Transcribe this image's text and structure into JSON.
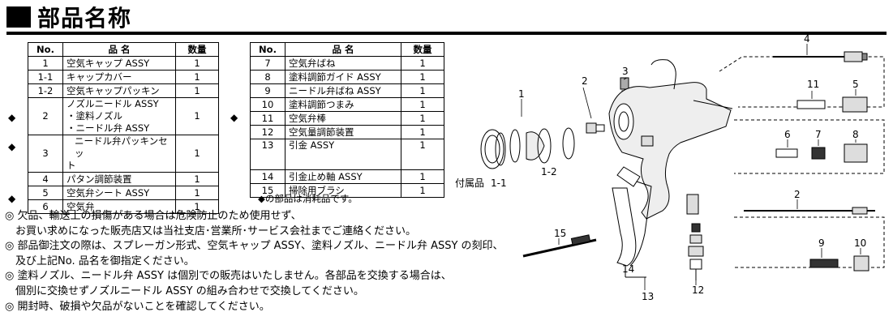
{
  "title": "部品名称",
  "table_headers": {
    "no": "No.",
    "name": "品 名",
    "qty": "数量"
  },
  "left_rows": [
    {
      "no": "1",
      "name": "空気キャップ ASSY",
      "qty": "1"
    },
    {
      "no": "1-1",
      "name": "キャップカバー",
      "qty": "1"
    },
    {
      "no": "1-2",
      "name": "空気キャップパッキン",
      "qty": "1"
    },
    {
      "no": "2",
      "name_lines": [
        "ノズルニードル ASSY",
        "・塗料ノズル",
        "・ニードル弁 ASSY"
      ],
      "qty": "1",
      "mark": "◆"
    },
    {
      "no": "3",
      "name_lines": [
        "ニードル弁パッキンセッ",
        "ト"
      ],
      "qty": "1",
      "mark": "◆"
    },
    {
      "no": "4",
      "name": "パタン調節装置",
      "qty": "1"
    },
    {
      "no": "5",
      "name": "空気弁シート ASSY",
      "qty": "1"
    },
    {
      "no": "6",
      "name": "空気弁",
      "qty": "1",
      "mark": "◆"
    }
  ],
  "right_rows": [
    {
      "no": "7",
      "name": "空気弁ばね",
      "qty": "1"
    },
    {
      "no": "8",
      "name": "塗料調節ガイド ASSY",
      "qty": "1"
    },
    {
      "no": "9",
      "name": "ニードル弁ばね ASSY",
      "qty": "1"
    },
    {
      "no": "10",
      "name": "塗料調節つまみ",
      "qty": "1"
    },
    {
      "no": "11",
      "name": "空気弁棒",
      "qty": "1",
      "mark": "◆"
    },
    {
      "no": "12",
      "name": "空気量調節装置",
      "qty": "1"
    },
    {
      "no": "13",
      "name": "引金 ASSY",
      "qty": "1"
    },
    {
      "no": "14",
      "name": "引金止め軸 ASSY",
      "qty": "1"
    },
    {
      "no": "15",
      "name": "掃除用ブラシ",
      "qty": "1"
    }
  ],
  "footnote": "◆の部品は消耗品です。",
  "notes": [
    "◎ 欠品、輸送上の損傷がある場合は危険防止のため使用せず、",
    "　お買い求めになった販売店又は当社支店･営業所･サービス会社までご連絡ください。",
    "◎ 部品御注文の際は、スプレーガン形式、空気キャップ ASSY、塗料ノズル、ニードル弁 ASSY の刻印、",
    "　及び上記No. 品名を御指定ください。",
    "◎ 塗料ノズル、ニードル弁 ASSY は個別での販売はいたしません。各部品を交換する場合は、",
    "　個別に交換せずノズルニードル ASSY の組み合わせで交換してください。",
    "◎ 開封時、破損や欠品がないことを確認してください。"
  ],
  "diagram": {
    "labels": [
      "1",
      "2",
      "3",
      "4",
      "5",
      "6",
      "7",
      "8",
      "1-1",
      "1-2",
      "2",
      "9",
      "10",
      "11",
      "12",
      "13",
      "14",
      "15"
    ],
    "accessory": "付属品"
  }
}
